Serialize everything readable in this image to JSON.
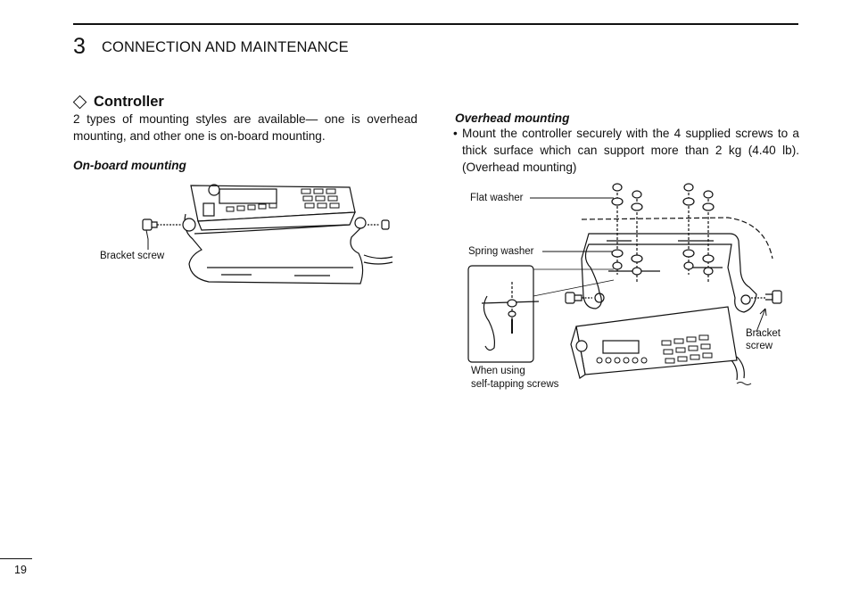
{
  "header": {
    "chapter_number": "3",
    "chapter_title": "CONNECTION AND MAINTENANCE"
  },
  "section": {
    "title": "Controller",
    "intro": "2 types of mounting styles are available— one is overhead mounting, and other one is on-board mounting."
  },
  "onboard": {
    "heading": "On-board mounting",
    "label_bracket_screw": "Bracket screw"
  },
  "overhead": {
    "heading": "Overhead mounting",
    "bullet_symbol": "•",
    "bullet_text": "Mount the controller securely with the 4 supplied screws to a thick surface which can support more than 2 kg (4.40 lb). (Overhead mounting)",
    "label_flat_washer": "Flat washer",
    "label_spring_washer": "Spring washer",
    "label_bracket_line1": "Bracket",
    "label_bracket_line2": "screw",
    "label_self_tap_line1": "When using",
    "label_self_tap_line2": "self-tapping screws"
  },
  "footer": {
    "page_number": "19"
  }
}
